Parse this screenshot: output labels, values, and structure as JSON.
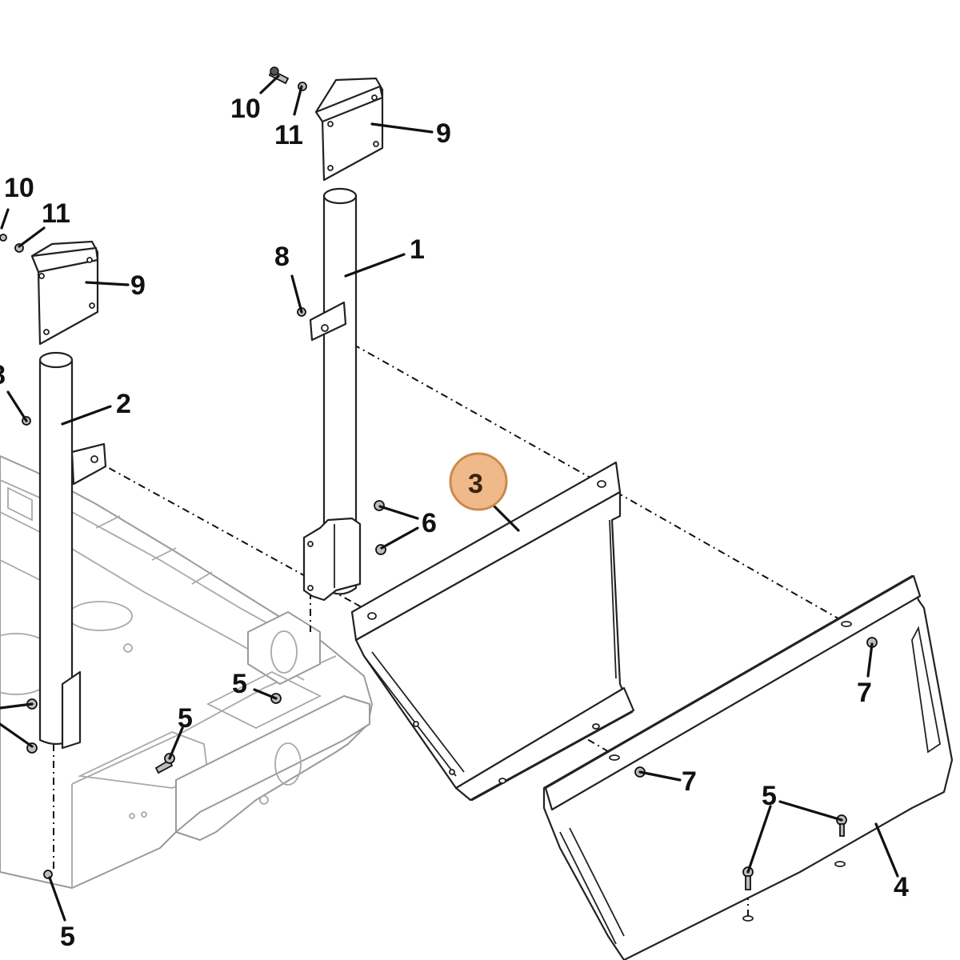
{
  "diagram": {
    "callouts": {
      "part_1": "1",
      "part_2": "2",
      "part_3": "3",
      "part_4": "4",
      "part_5": "5",
      "part_6": "6",
      "part_7": "7",
      "part_8": "8",
      "part_9": "9",
      "part_10": "10",
      "part_11": "11"
    },
    "highlight": {
      "label": "3",
      "color": "#f0b98a",
      "border_color": "#c98a4b"
    }
  }
}
